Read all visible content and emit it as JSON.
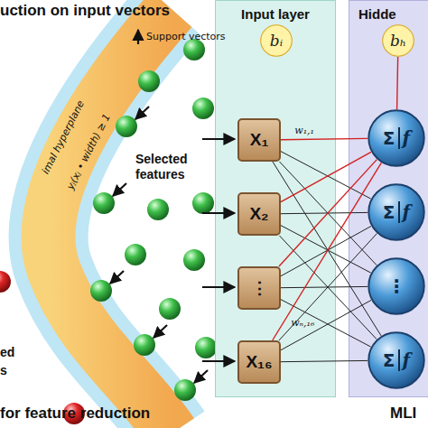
{
  "diagram": {
    "nodes": [
      {
        "text": [
          "Input layer"
        ]
      },
      {
        "text": [
          "bᵢ"
        ],
        "in": 0
      },
      {
        "text": [
          "X₁"
        ],
        "in": 0
      },
      {
        "text": [
          "X₂"
        ],
        "in": 0
      },
      {
        "text": [
          "⋮"
        ],
        "in": 0
      },
      {
        "text": [
          "X₁₆"
        ],
        "in": 0
      },
      {
        "text": [
          "Hidde"
        ]
      },
      {
        "text": [
          "bₕ"
        ],
        "in": 6
      },
      {
        "text": [
          "Σ",
          "f"
        ],
        "in": 6
      },
      {
        "text": [
          "Σ",
          "f"
        ],
        "in": 6
      },
      {
        "text": [
          "⋮"
        ],
        "in": 6
      },
      {
        "text": [
          "Σ",
          "f"
        ],
        "in": 6
      }
    ],
    "edges": [
      {
        "from": 2,
        "to": 8,
        "arrow": "none",
        "label": "w₁,₁"
      },
      {
        "from": 2,
        "to": 9,
        "arrow": "none"
      },
      {
        "from": 2,
        "to": 10,
        "arrow": "none"
      },
      {
        "from": 2,
        "to": 11,
        "arrow": "none"
      },
      {
        "from": 3,
        "to": 8,
        "arrow": "none"
      },
      {
        "from": 3,
        "to": 9,
        "arrow": "none"
      },
      {
        "from": 3,
        "to": 10,
        "arrow": "none"
      },
      {
        "from": 3,
        "to": 11,
        "arrow": "none"
      },
      {
        "from": 4,
        "to": 8,
        "arrow": "none"
      },
      {
        "from": 4,
        "to": 9,
        "arrow": "none"
      },
      {
        "from": 4,
        "to": 10,
        "arrow": "none"
      },
      {
        "from": 4,
        "to": 11,
        "arrow": "none"
      },
      {
        "from": 5,
        "to": 8,
        "arrow": "none",
        "label": "wₙ,₁₆"
      },
      {
        "from": 5,
        "to": 9,
        "arrow": "none"
      },
      {
        "from": 5,
        "to": 10,
        "arrow": "none"
      },
      {
        "from": 5,
        "to": 11,
        "arrow": "none"
      },
      {
        "from": 7,
        "to": 8,
        "arrow": "none"
      }
    ],
    "labels": [
      "uction on input vectors",
      "Selected features",
      "imal hyperplane",
      "yⱼ(xⱼ • width) ≥ 1",
      "ed",
      "s",
      "for feature reduction",
      "MLI"
    ],
    "legend": [
      {
        "text": "Support vectors"
      }
    ]
  }
}
